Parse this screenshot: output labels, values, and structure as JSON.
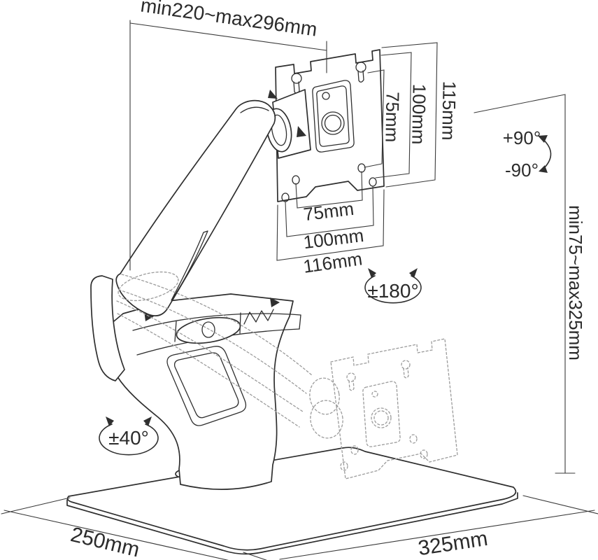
{
  "diagram": {
    "subject": "Monitor desk stand dimensional drawing",
    "background_color": "#ffffff",
    "line_color": "#2f2f2f",
    "ghost_line_color": "#9b9b9b"
  },
  "dimensions": {
    "arm_reach": "min220~max296mm",
    "height_range": "min75~max325mm",
    "vesa_vertical": [
      "75mm",
      "100mm",
      "115mm"
    ],
    "vesa_horizontal": [
      "75mm",
      "100mm",
      "116mm"
    ],
    "base_depth": "250mm",
    "base_width": "325mm"
  },
  "rotations": {
    "tilt_up": "+90°",
    "tilt_down": "-90°",
    "head_swivel": "±180°",
    "base_swivel": "±40°"
  }
}
